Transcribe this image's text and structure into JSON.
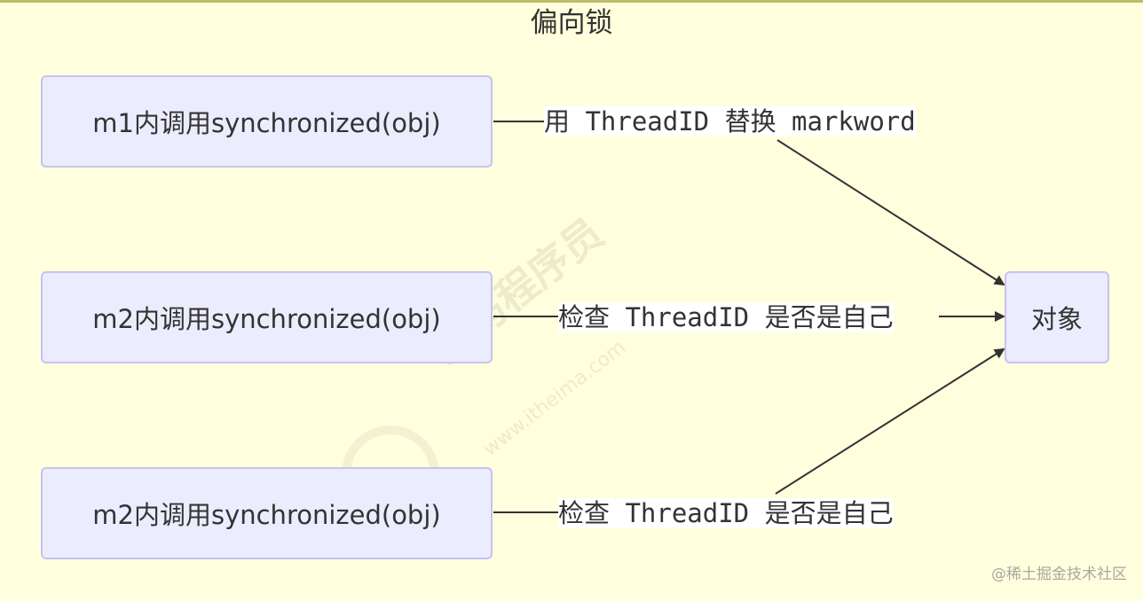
{
  "diagram": {
    "title": "偏向锁",
    "nodes": {
      "src_1": "m1内调用synchronized(obj)",
      "src_2": "m2内调用synchronized(obj)",
      "src_3": "m2内调用synchronized(obj)",
      "target": "对象"
    },
    "edges": [
      {
        "from": "src_1",
        "to": "target",
        "label": "用 ThreadID 替换 markword"
      },
      {
        "from": "src_2",
        "to": "target",
        "label": "检查 ThreadID 是否是自己"
      },
      {
        "from": "src_3",
        "to": "target",
        "label": "检查 ThreadID 是否是自己"
      }
    ]
  },
  "watermark": {
    "text": "黑马程序员",
    "subtext": "www.itheima.com"
  },
  "credit": "@稀土掘金技术社区",
  "colors": {
    "background": "#ffffde",
    "node_fill": "#ececff",
    "node_border": "#c6c2f2",
    "edge": "#333333"
  }
}
